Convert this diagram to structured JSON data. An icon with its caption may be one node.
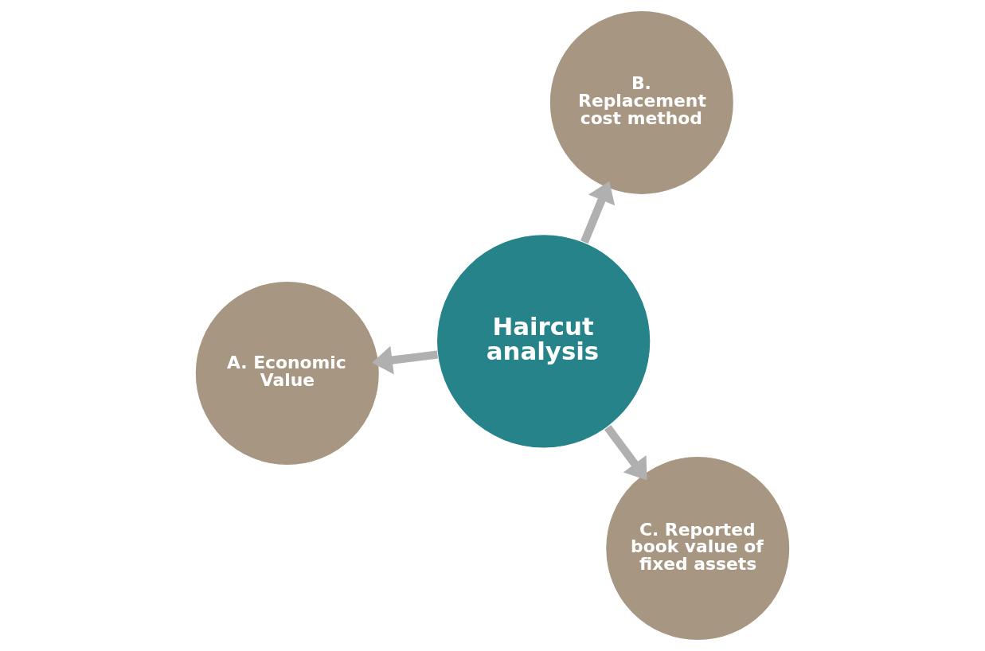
{
  "diagram": {
    "nodes": [
      {
        "text": [
          "A. Economic Value"
        ]
      },
      {
        "text": [
          "Haircut analysis"
        ]
      },
      {
        "text": [
          "C. Reported book value of fixed assets"
        ]
      },
      {
        "text": [
          "B. Replacement cost method"
        ]
      }
    ],
    "edges": [
      {
        "from": 1,
        "to": 0,
        "arrow": "to"
      },
      {
        "from": 1,
        "to": 3,
        "arrow": "to"
      },
      {
        "from": 1,
        "to": 2,
        "arrow": "to"
      }
    ]
  }
}
